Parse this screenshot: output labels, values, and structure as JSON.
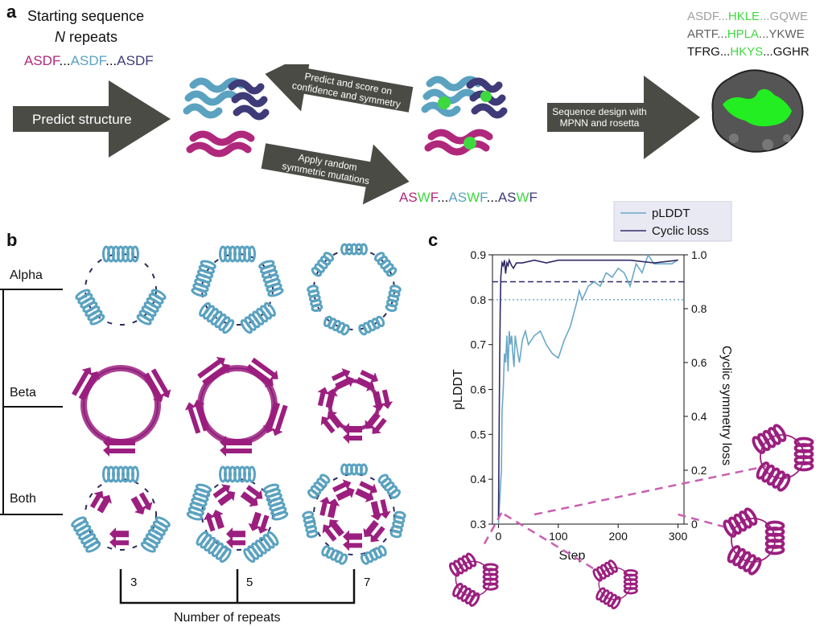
{
  "panel_a": {
    "letter": "a",
    "start_title": "Starting sequence",
    "start_subtitle": "N repeats",
    "start_seq": [
      {
        "text": "ASDF",
        "color": "#b0287c"
      },
      {
        "text": "...",
        "color": "#111111"
      },
      {
        "text": "ASDF",
        "color": "#5aa2c0"
      },
      {
        "text": "...",
        "color": "#111111"
      },
      {
        "text": "ASDF",
        "color": "#3f3a78"
      }
    ],
    "arrow_predict": "Predict structure",
    "arrow_score_l1": "Predict and score on",
    "arrow_score_l2": "confidence and symmetry",
    "arrow_mutate_l1": "Apply random",
    "arrow_mutate_l2": "symmetric mutations",
    "arrow_design_l1": "Sequence design with",
    "arrow_design_l2": "MPNN and rosetta",
    "mutated_seq": [
      {
        "text": "AS",
        "color": "#b0287c"
      },
      {
        "text": "W",
        "color": "#3ed93e"
      },
      {
        "text": "F",
        "color": "#b0287c"
      },
      {
        "text": "...",
        "color": "#111111"
      },
      {
        "text": "AS",
        "color": "#5aa2c0"
      },
      {
        "text": "W",
        "color": "#3ed93e"
      },
      {
        "text": "F",
        "color": "#5aa2c0"
      },
      {
        "text": "...",
        "color": "#111111"
      },
      {
        "text": "AS",
        "color": "#3f3a78"
      },
      {
        "text": "W",
        "color": "#3ed93e"
      },
      {
        "text": "F",
        "color": "#3f3a78"
      }
    ],
    "designed_seqs": [
      [
        {
          "text": "ASDF...",
          "color": "#a0a0a0"
        },
        {
          "text": "HKLE",
          "color": "#3ed93e"
        },
        {
          "text": "...GQWE",
          "color": "#a0a0a0"
        }
      ],
      [
        {
          "text": "ARTF...",
          "color": "#606060"
        },
        {
          "text": "HPLA",
          "color": "#3ed93e"
        },
        {
          "text": "...YKWE",
          "color": "#606060"
        }
      ],
      [
        {
          "text": "TFRG...",
          "color": "#111111"
        },
        {
          "text": "HKYS",
          "color": "#3ed93e"
        },
        {
          "text": "...GGHR",
          "color": "#111111"
        }
      ]
    ]
  },
  "panel_b": {
    "letter": "b",
    "rows": [
      "Alpha",
      "Beta",
      "Both"
    ],
    "repeats": [
      "3",
      "5",
      "7"
    ],
    "xlabel": "Number of repeats"
  },
  "panel_c": {
    "letter": "c"
  },
  "colors": {
    "alpha": "#5aa2c0",
    "beta": "#9b1f7f",
    "loop": "#2d2a5c",
    "arrow": "#4a4b45",
    "pldt": "#6aa8c8",
    "cyclic": "#2f2a66",
    "highlight": "#3ed93e",
    "dashed_pink": "#c860b0"
  },
  "chart_data": {
    "type": "line",
    "xlabel": "Step",
    "ylabel": "pLDDT",
    "y2label": "Cyclic symmetry loss",
    "xlim": [
      -10,
      310
    ],
    "ylim": [
      0.3,
      0.9
    ],
    "y2lim": [
      0,
      1.0
    ],
    "xticks": [
      0,
      100,
      200,
      300
    ],
    "yticks": [
      0.3,
      0.4,
      0.5,
      0.6,
      0.7,
      0.8,
      0.9
    ],
    "y2ticks": [
      0,
      0.2,
      0.4,
      0.6,
      0.8,
      1.0
    ],
    "legend": "top",
    "series": [
      {
        "name": "pLDDT",
        "axis": "left",
        "color": "#6aa8c8",
        "x": [
          0,
          2,
          4,
          5,
          6,
          8,
          10,
          12,
          14,
          16,
          18,
          20,
          22,
          24,
          26,
          28,
          30,
          35,
          40,
          45,
          50,
          60,
          70,
          80,
          90,
          100,
          110,
          120,
          130,
          135,
          140,
          150,
          160,
          170,
          180,
          190,
          200,
          210,
          220,
          230,
          240,
          250,
          260,
          270,
          280,
          290,
          300
        ],
        "y": [
          0.3,
          0.35,
          0.4,
          0.42,
          0.55,
          0.6,
          0.68,
          0.66,
          0.72,
          0.64,
          0.73,
          0.7,
          0.72,
          0.68,
          0.65,
          0.72,
          0.7,
          0.66,
          0.71,
          0.73,
          0.7,
          0.72,
          0.73,
          0.7,
          0.68,
          0.67,
          0.71,
          0.74,
          0.79,
          0.82,
          0.8,
          0.83,
          0.84,
          0.83,
          0.86,
          0.85,
          0.87,
          0.86,
          0.83,
          0.88,
          0.86,
          0.9,
          0.88,
          0.88,
          0.88,
          0.88,
          0.89
        ]
      },
      {
        "name": "Cyclic loss",
        "axis": "right",
        "color": "#2f2a66",
        "x": [
          0,
          1,
          2,
          3,
          4,
          6,
          8,
          10,
          12,
          14,
          16,
          18,
          20,
          22,
          25,
          30,
          40,
          60,
          80,
          100,
          140,
          180,
          220,
          260,
          300
        ],
        "y": [
          0.02,
          0.3,
          0.6,
          0.8,
          0.92,
          0.97,
          0.96,
          0.98,
          0.93,
          0.97,
          0.96,
          0.98,
          0.97,
          0.96,
          0.95,
          0.97,
          0.97,
          0.98,
          0.97,
          0.98,
          0.98,
          0.98,
          0.98,
          0.97,
          0.98
        ]
      }
    ],
    "hlines": [
      {
        "axis": "left",
        "y": 0.84,
        "style": "dashed",
        "color": "#2f2a66"
      },
      {
        "axis": "left",
        "y": 0.8,
        "style": "dotted",
        "color": "#6aa8c8"
      }
    ]
  }
}
